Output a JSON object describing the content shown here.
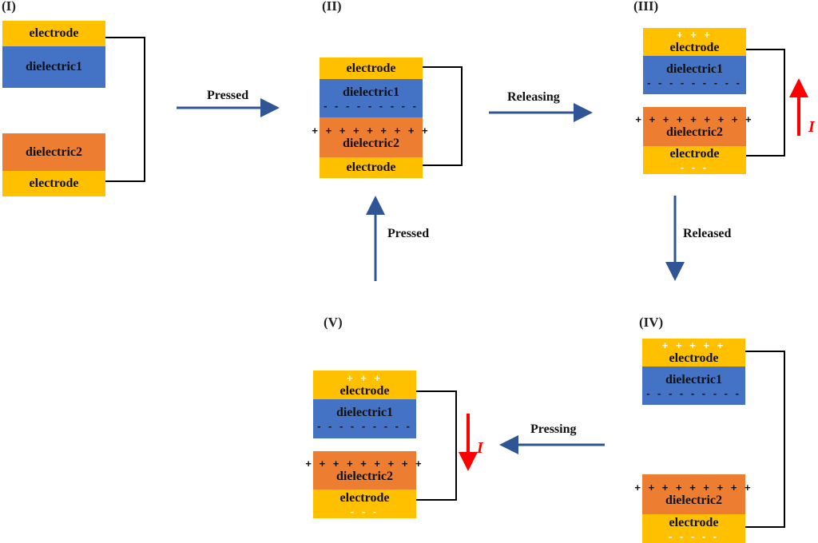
{
  "colors": {
    "electrode": "#FFC000",
    "dielectric1": "#4472C4",
    "dielectric2": "#ED7D31",
    "process_arrow": "#2F5597",
    "current_arrow": "#FF0000",
    "wire": "#000000"
  },
  "layers": {
    "electrode": "electrode",
    "dielectric1": "dielectric1",
    "dielectric2": "dielectric2"
  },
  "panels": {
    "p1": {
      "label": "(I)"
    },
    "p2": {
      "label": "(II)",
      "d1_bottom": "- - - - - - - - -",
      "d2_top": "+ + + + + + + + +"
    },
    "p3": {
      "label": "(III)",
      "top_electrode": "+ + +",
      "d1_bottom": "- - - - - - - - -",
      "d2_top": "+ + + + + + + + +",
      "bottom_electrode": "- - -",
      "current": "I",
      "current_direction": "up"
    },
    "p4": {
      "label": "(IV)",
      "top_electrode": "+ + + + +",
      "d1_bottom": "- - - - - - - - -",
      "d2_top": "+ + + + + + + + +",
      "bottom_electrode": "- - - - -"
    },
    "p5": {
      "label": "(V)",
      "top_electrode": "+ + +",
      "d1_bottom": "- - - - - - - - -",
      "d2_top": "+ + + + + + + + +",
      "bottom_electrode": "- - -",
      "current": "I",
      "current_direction": "down"
    }
  },
  "steps": {
    "s1": "Pressed",
    "s2": "Releasing",
    "s3": "Released",
    "s4": "Pressing",
    "s5": "Pressed"
  }
}
